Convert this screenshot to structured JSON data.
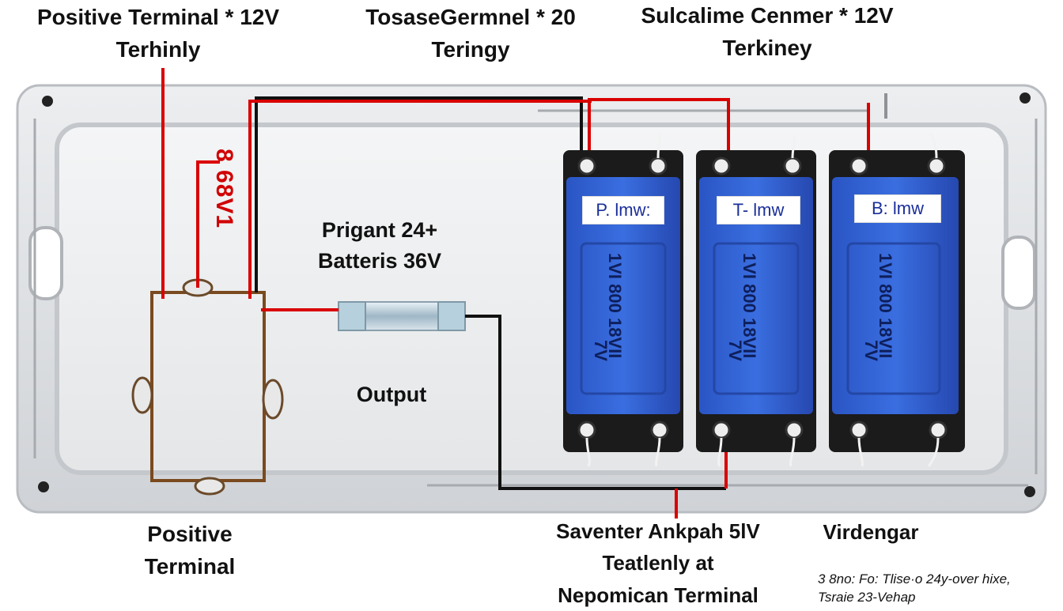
{
  "labels": {
    "top_left": "Positive Terminal * 12V\nTerhinly",
    "top_center": "TosaseGermnel * 20\nTeringy",
    "top_right": "Sulcalime Cenmer * 12V\nTerkiney",
    "side_vertical": "8 68V1",
    "center_title": "Prigant 24+\nBatteris 36V",
    "output": "Output",
    "bottom_left": "Positive\nTerminal",
    "bottom_center": "Saventer Ankpah 5lV\nTeatlenly at\nNepomican Terminal",
    "bottom_right": "Virdengar",
    "footnote": "3 8no: Fo: Tlise·o 24y-over hixe,\nTsraie 23-Vehap"
  },
  "batteries": [
    {
      "tag": "P. lmw:",
      "body_text": "1VI 800 18VII",
      "volt": "7V"
    },
    {
      "tag": "T- lmw",
      "body_text": "1VI 800 18VII",
      "volt": "7V"
    },
    {
      "tag": "B: lmw",
      "body_text": "1VI 800 18VII",
      "volt": "7V"
    }
  ],
  "colors": {
    "wire_red": "#d90000",
    "wire_black": "#111111",
    "battery_blue": "#2f5fd0",
    "tray": "#d6d8db",
    "brown_loop": "#7a4a1f"
  }
}
